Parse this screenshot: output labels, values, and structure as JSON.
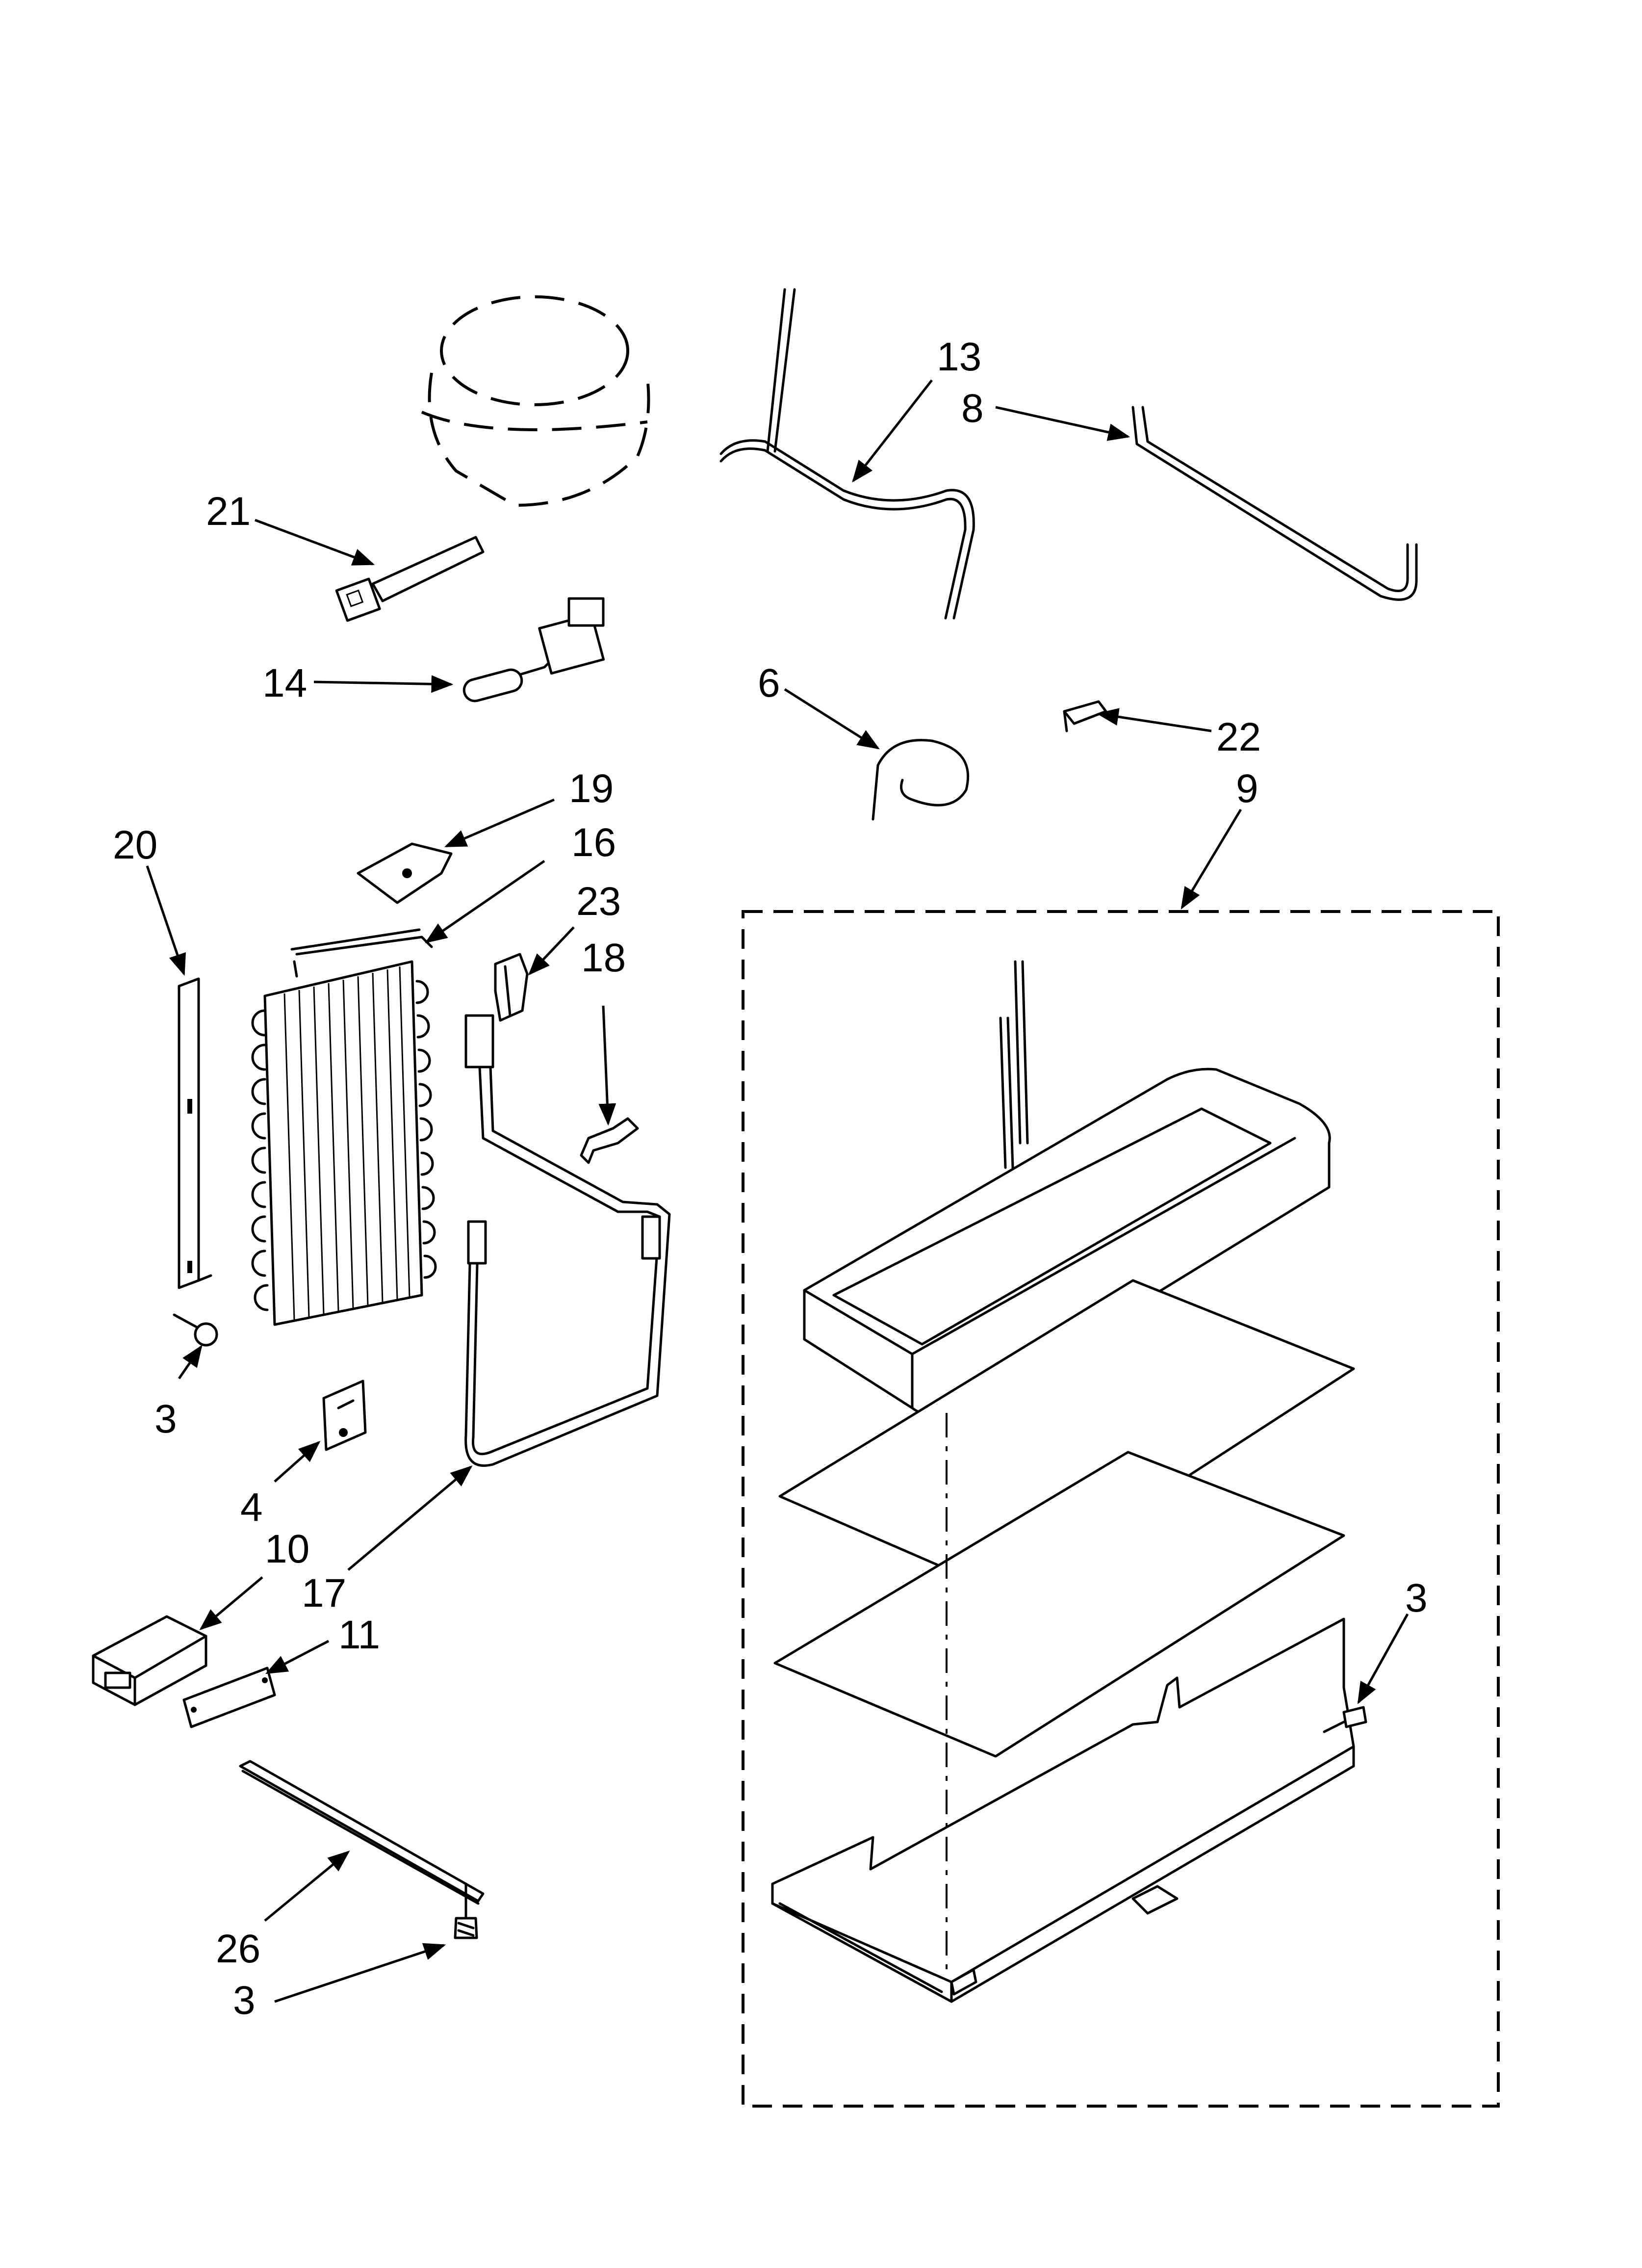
{
  "callouts": {
    "c13": "13",
    "c8": "8",
    "c21": "21",
    "c14": "14",
    "c6": "6",
    "c22": "22",
    "c9": "9",
    "c19": "19",
    "c16": "16",
    "c20": "20",
    "c23": "23",
    "c18": "18",
    "c3a": "3",
    "c4": "4",
    "c10": "10",
    "c17": "17",
    "c11": "11",
    "c3b": "3",
    "c26": "26",
    "c3c": "3"
  },
  "colors": {
    "line": "#000000",
    "background": "#ffffff"
  }
}
